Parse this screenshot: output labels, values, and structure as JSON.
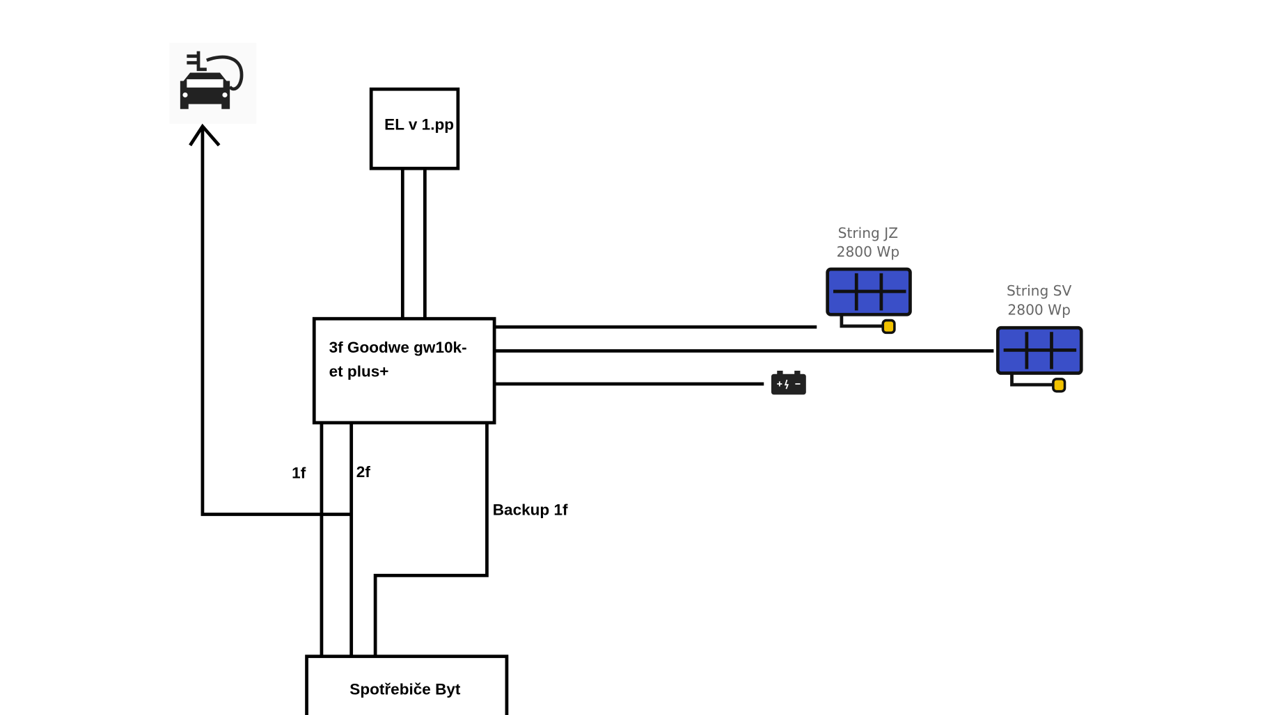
{
  "nodes": {
    "el": "EL v 1.pp",
    "inverter_line1": "3f Goodwe gw10k-",
    "inverter_line2": "et plus+",
    "consumers": "Spotřebiče Byt"
  },
  "strings": [
    {
      "name": "String JZ",
      "power": "2800 Wp"
    },
    {
      "name": "String SV",
      "power": "2800 Wp"
    }
  ],
  "wire_labels": {
    "phase1": "1f",
    "phase2": "2f",
    "backup": "Backup 1f"
  },
  "icons": {
    "car": "ev-car-charger-icon",
    "battery": "battery-icon",
    "solar": "solar-panel-icon"
  },
  "colors": {
    "panel": "#3a4fc8",
    "plug": "#f2c200",
    "wire": "#000000"
  }
}
